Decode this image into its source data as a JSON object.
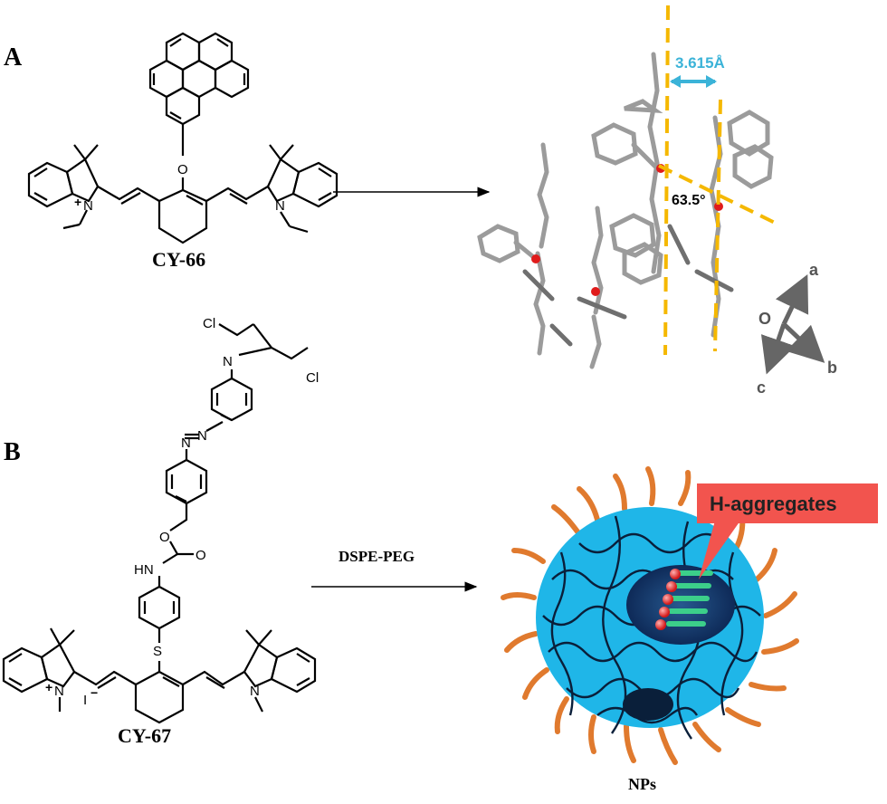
{
  "panels": {
    "a": {
      "letter": "A",
      "compound": "CY-66"
    },
    "b": {
      "letter": "B",
      "compound": "CY-67",
      "reagent": "DSPE-PEG",
      "product": "NPs"
    }
  },
  "crystal": {
    "distance": "3.615Å",
    "angle": "63.5°",
    "axes": {
      "origin": "O",
      "a": "a",
      "b": "b",
      "c": "c"
    }
  },
  "nanoparticle": {
    "callout": "H-aggregates"
  },
  "atoms": {
    "O": "O",
    "N": "N",
    "N_plus": "N",
    "plus": "+",
    "S": "S",
    "Cl": "Cl",
    "HN": "HN",
    "iodide": "I",
    "minus": "−"
  },
  "colors": {
    "black": "#000000",
    "stick_grey": "#9b9b9b",
    "oxygen_red": "#e01b1b",
    "guide_yellow": "#f5b800",
    "distance_blue": "#3bb3d8",
    "micelle_blue": "#1fb6e8",
    "peg_orange": "#e07a2e",
    "core_navy": "#143c78",
    "callout_red": "#f2544e",
    "dye_green": "#3ccf8a"
  }
}
